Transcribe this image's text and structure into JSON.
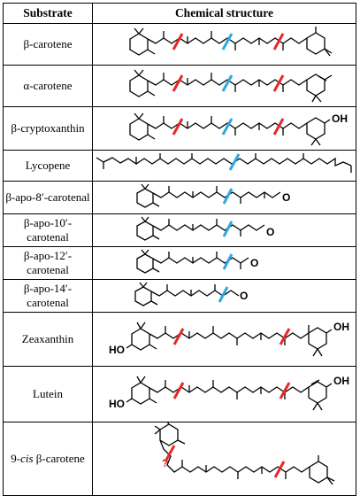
{
  "table": {
    "header": {
      "substrate": "Substrate",
      "structure": "Chemical structure"
    },
    "rows": [
      {
        "name": "β-carotene",
        "cleavage": [
          "red",
          "blue",
          "red"
        ]
      },
      {
        "name": "α-carotene",
        "cleavage": [
          "red",
          "blue",
          "red"
        ]
      },
      {
        "name": "β-cryptoxanthin",
        "cleavage": [
          "red",
          "blue",
          "red"
        ],
        "labels": [
          "OH"
        ]
      },
      {
        "name": "Lycopene",
        "cleavage": [
          "blue"
        ]
      },
      {
        "name": "β-apo-8′-carotenal",
        "cleavage": [
          "blue"
        ],
        "labels": [
          "O"
        ]
      },
      {
        "name": "β-apo-10′-carotenal",
        "cleavage": [
          "blue"
        ],
        "labels": [
          "O"
        ]
      },
      {
        "name": "β-apo-12′-carotenal",
        "cleavage": [
          "blue"
        ],
        "labels": [
          "O"
        ]
      },
      {
        "name": "β-apo-14′-carotenal",
        "cleavage": [
          "blue"
        ],
        "labels": [
          "O"
        ]
      },
      {
        "name": "Zeaxanthin",
        "cleavage": [
          "red",
          "red"
        ],
        "labels": [
          "HO",
          "OH"
        ]
      },
      {
        "name": "Lutein",
        "cleavage": [
          "red",
          "red"
        ],
        "labels": [
          "HO",
          "OH"
        ]
      },
      {
        "name_prefix": "9-",
        "name_italic": "cis",
        "name_suffix": " β-carotene",
        "cleavage": [
          "red",
          "red"
        ],
        "labels": [
          "?"
        ]
      }
    ]
  },
  "colors": {
    "red_cut": "#e8282a",
    "blue_cut": "#2fa8df",
    "question": "#e8282a"
  }
}
